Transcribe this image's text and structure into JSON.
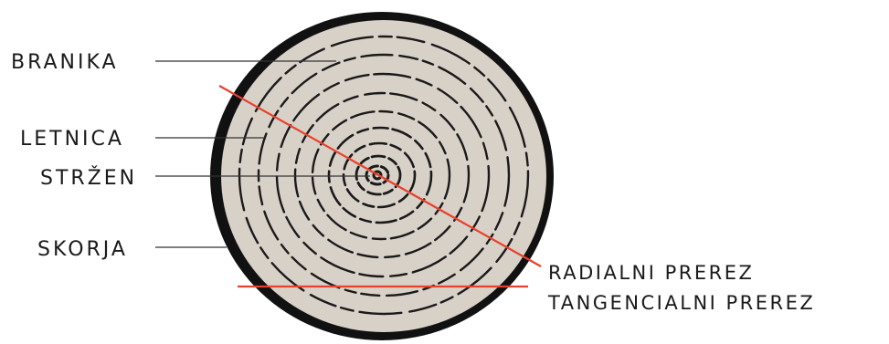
{
  "labels": {
    "bark": "SKORJA",
    "heartwood": "BRANIKA",
    "sapwood": "LETNICA",
    "pith": "STRŽEN",
    "radial_cut": "RADIALNI PREREZ",
    "tangential_cut": "TANGENCIALNI PREREZ"
  },
  "colors": {
    "wood": "#d8d1c8",
    "bark": "#111111",
    "rings": "#1a1a1a",
    "cut_lines": "#e8412c",
    "leaders": "#333333"
  }
}
